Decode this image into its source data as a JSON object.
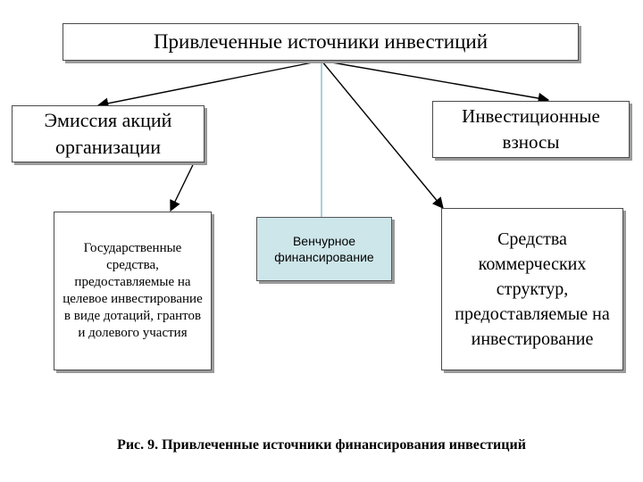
{
  "diagram": {
    "top": "Привлеченные источники инвестиций",
    "left": "Эмиссия акций организации",
    "right": "Инвестиционные взносы",
    "government": "Государственные средства, предоставляемые на целевое инвестирование в виде дотаций, грантов и долевого участия",
    "venture": "Венчурное финансирование",
    "commercial": "Средства коммерческих структур, предоставляемые на инвестирование"
  },
  "caption": "Рис. 9. Привлеченные источники финансирования инвестиций",
  "colors": {
    "venture_fill": "#cde6ea",
    "venture_connector": "#a9d0d8",
    "arrow": "#000000"
  }
}
